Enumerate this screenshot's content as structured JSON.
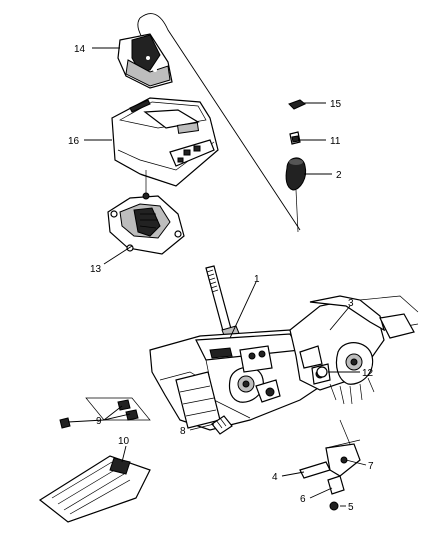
{
  "callouts": [
    {
      "id": "c14",
      "text": "14"
    },
    {
      "id": "c16",
      "text": "16"
    },
    {
      "id": "c13",
      "text": "13"
    },
    {
      "id": "c15",
      "text": "15"
    },
    {
      "id": "c11",
      "text": "11"
    },
    {
      "id": "c2",
      "text": "2"
    },
    {
      "id": "c1",
      "text": "1"
    },
    {
      "id": "c3",
      "text": "3"
    },
    {
      "id": "c12",
      "text": "12"
    },
    {
      "id": "c8",
      "text": "8"
    },
    {
      "id": "c9",
      "text": "9"
    },
    {
      "id": "c10",
      "text": "10"
    },
    {
      "id": "c4",
      "text": "4"
    },
    {
      "id": "c7",
      "text": "7"
    },
    {
      "id": "c6",
      "text": "6"
    },
    {
      "id": "c5",
      "text": "5"
    }
  ]
}
